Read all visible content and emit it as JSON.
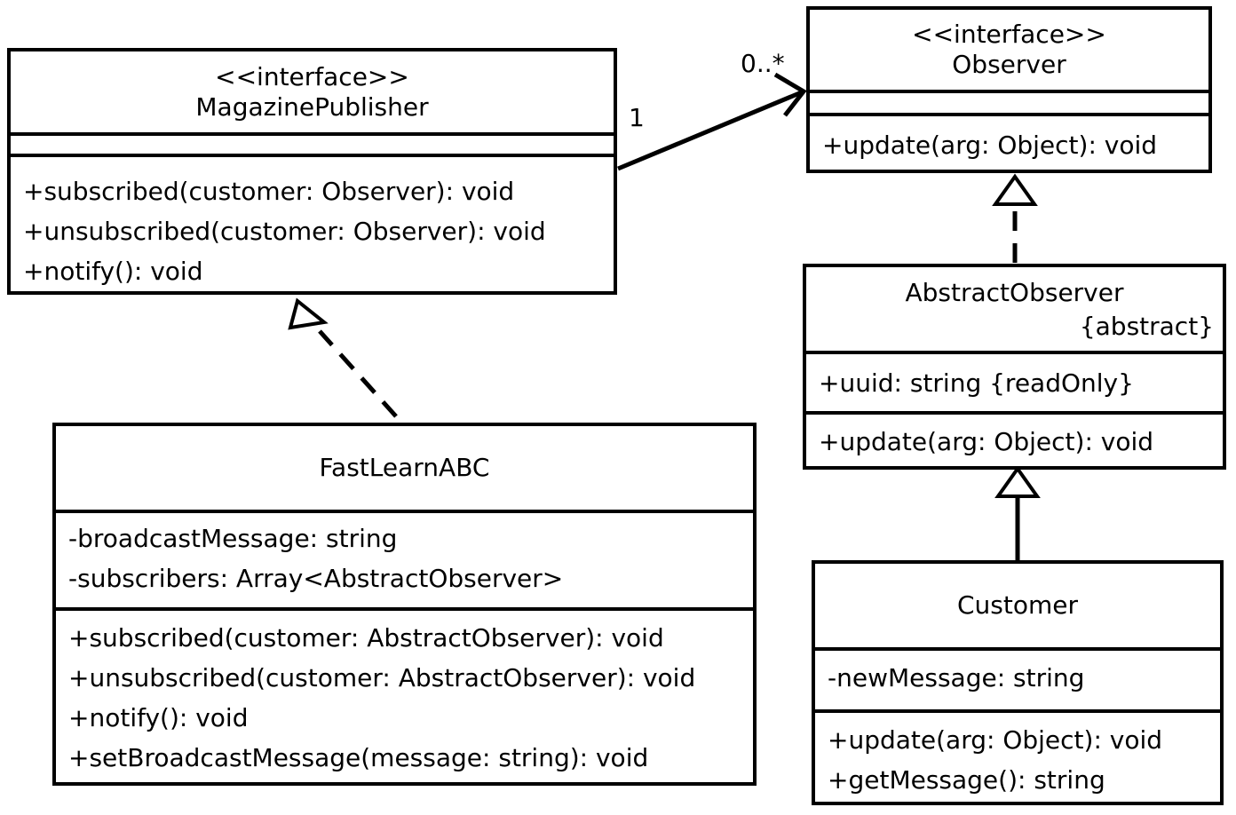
{
  "classes": {
    "magazine_publisher": {
      "stereotype": "<<interface>>",
      "name": "MagazinePublisher",
      "attributes": [],
      "operations": [
        "+subscribed(customer: Observer): void",
        "+unsubscribed(customer: Observer): void",
        "+notify(): void"
      ]
    },
    "observer": {
      "stereotype": "<<interface>>",
      "name": "Observer",
      "attributes": [],
      "operations": [
        "+update(arg: Object): void"
      ]
    },
    "abstract_observer": {
      "name": "AbstractObserver",
      "modifier": "{abstract}",
      "attributes": [
        "+uuid: string {readOnly}"
      ],
      "operations": [
        "+update(arg:  Object): void"
      ]
    },
    "fast_learn_abc": {
      "name": "FastLearnABC",
      "attributes": [
        "-broadcastMessage: string",
        "-subscribers: Array<AbstractObserver>"
      ],
      "operations": [
        "+subscribed(customer: AbstractObserver): void",
        "+unsubscribed(customer: AbstractObserver): void",
        "+notify(): void",
        "+setBroadcastMessage(message: string): void"
      ]
    },
    "customer": {
      "name": "Customer",
      "attributes": [
        "-newMessage: string"
      ],
      "operations": [
        "+update(arg:  Object): void",
        "+getMessage(): string"
      ]
    }
  },
  "associations": {
    "publisher_observer": {
      "source_multiplicity": "1",
      "target_multiplicity": "0..*"
    }
  }
}
